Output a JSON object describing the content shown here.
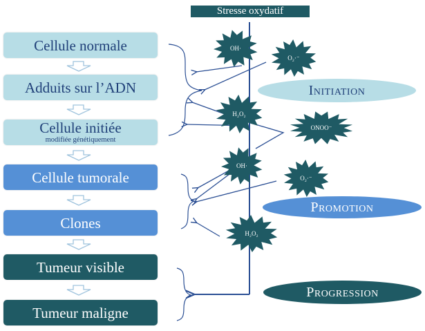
{
  "header": {
    "title": "Stresse oxydatif"
  },
  "stages": [
    {
      "label": "Cellule normale",
      "sub": ""
    },
    {
      "label": "Adduits sur l’ADN",
      "sub": ""
    },
    {
      "label": "Cellule initiée",
      "sub": "modifiée génétiquement"
    },
    {
      "label": "Cellule tumorale",
      "sub": ""
    },
    {
      "label": "Clones",
      "sub": ""
    },
    {
      "label": "Tumeur visible",
      "sub": ""
    },
    {
      "label": "Tumeur maligne",
      "sub": ""
    }
  ],
  "phases": {
    "initiation": "Initiation",
    "promotion": "Promotion",
    "progression": "Progression"
  },
  "species": {
    "oh_1": "OH·",
    "o2_1": "O₂·⁻",
    "h2o2_1": "H₂O₂",
    "onoo": "ONOO⁻",
    "oh_2": "OH·",
    "o2_2": "O₂·⁻",
    "h2o2_2": "H₂O₂"
  },
  "colors": {
    "light": "#b7dde6",
    "mid": "#5590d6",
    "dark": "#1f5a64",
    "line": "#2b4f94"
  }
}
